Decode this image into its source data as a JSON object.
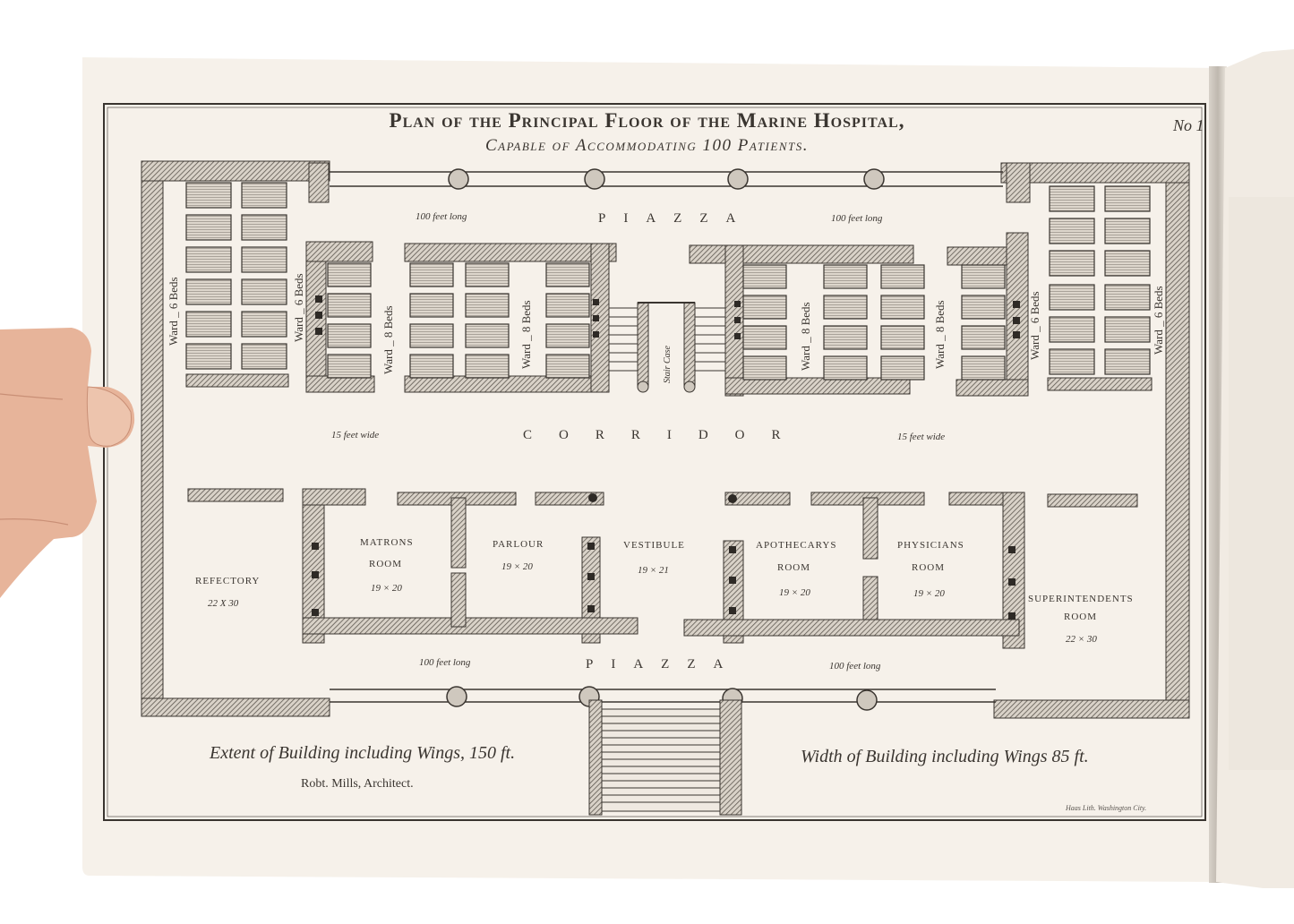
{
  "title": {
    "line1": "Plan of the Principal Floor of the Marine Hospital,",
    "line2": "Capable of Accommodating 100 Patients.",
    "plate_number": "No 1"
  },
  "labels": {
    "piazza_top": "PIAZZA",
    "piazza_bottom": "PIAZZA",
    "corridor": "CORRIDOR",
    "stair_case": "Stair Case",
    "length_top_left": "100 feet long",
    "length_top_right": "100 feet long",
    "length_bottom_left": "100 feet long",
    "length_bottom_right": "100 feet long",
    "width_left": "15 feet wide",
    "width_right": "15 feet wide"
  },
  "wards": [
    {
      "label": "Ward _ 6 Beds"
    },
    {
      "label": "Ward _ 6 Beds"
    },
    {
      "label": "Ward _ 8 Beds"
    },
    {
      "label": "Ward _ 8 Beds"
    },
    {
      "label": "Ward _ 8 Beds"
    },
    {
      "label": "Ward _ 8 Beds"
    },
    {
      "label": "Ward _ 6 Beds"
    },
    {
      "label": "Ward _ 6 Beds"
    }
  ],
  "rooms": {
    "refectory": {
      "name": "REFECTORY",
      "size": "22 X 30"
    },
    "matrons": {
      "name1": "MATRONS",
      "name2": "ROOM",
      "size": "19 × 20"
    },
    "parlour": {
      "name": "PARLOUR",
      "size": "19 × 20"
    },
    "vestibule": {
      "name": "VESTIBULE",
      "size": "19 × 21"
    },
    "apothecarys": {
      "name1": "APOTHECARYS",
      "name2": "ROOM",
      "size": "19 × 20"
    },
    "physicians": {
      "name1": "PHYSICIANS",
      "name2": "ROOM",
      "size": "19 × 20"
    },
    "superintendents": {
      "name1": "SUPERINTENDENTS",
      "name2": "ROOM",
      "size": "22 × 30"
    }
  },
  "footer": {
    "extent": "Extent of Building including Wings, 150 ft.",
    "width": "Width of Building including Wings 85 ft.",
    "architect": "Robt. Mills, Architect.",
    "lithographer": "Haas Lith. Washington City."
  },
  "colors": {
    "paper": "#f6f1ea",
    "ink": "#3a3530",
    "hatch": "#6b655e",
    "bed": "#cfc8be",
    "skin": "#e7b49a"
  }
}
